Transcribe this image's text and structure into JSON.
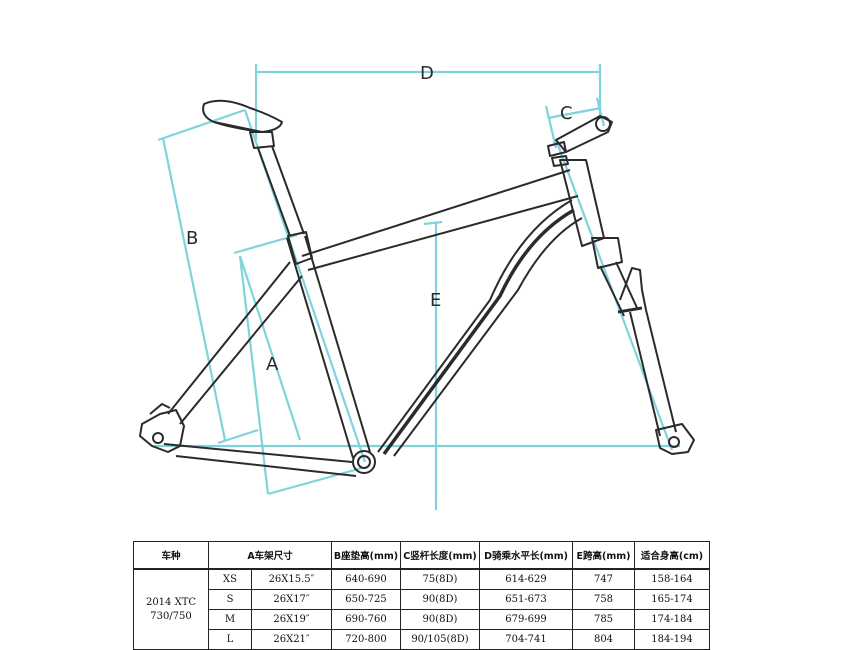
{
  "diagram": {
    "labels": {
      "A": "A",
      "B": "B",
      "C": "C",
      "D": "D",
      "E": "E"
    },
    "colors": {
      "dimension_line": "#7fd3dc",
      "frame_line": "#2b2b2b"
    }
  },
  "table": {
    "headers": [
      "车种",
      "A车架尺寸",
      "B座垫高(mm)",
      "C竖杆长度(mm)",
      "D骑乘水平长(mm)",
      "E跨高(mm)",
      "适合身高(cm)"
    ],
    "model": {
      "line1": "2014 XTC",
      "line2": "730/750"
    },
    "rows": [
      {
        "size": "XS",
        "frame": "26X15.5″",
        "saddle": "640-690",
        "stem": "75(8D)",
        "reach": "614-629",
        "standover": "747",
        "height": "158-164"
      },
      {
        "size": "S",
        "frame": "26X17″",
        "saddle": "650-725",
        "stem": "90(8D)",
        "reach": "651-673",
        "standover": "758",
        "height": "165-174"
      },
      {
        "size": "M",
        "frame": "26X19″",
        "saddle": "690-760",
        "stem": "90(8D)",
        "reach": "679-699",
        "standover": "785",
        "height": "174-184"
      },
      {
        "size": "L",
        "frame": "26X21″",
        "saddle": "720-800",
        "stem": "90/105(8D)",
        "reach": "704-741",
        "standover": "804",
        "height": "184-194"
      }
    ]
  }
}
